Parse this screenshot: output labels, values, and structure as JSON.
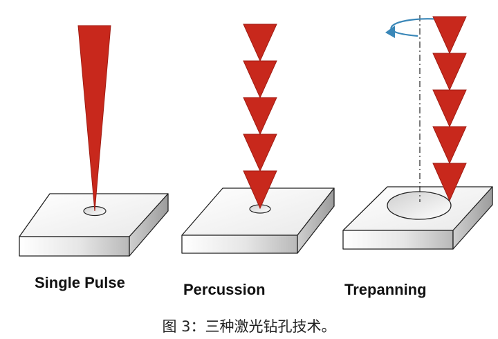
{
  "panels": [
    {
      "label": "Single Pulse"
    },
    {
      "label": "Percussion"
    },
    {
      "label": "Trepanning"
    }
  ],
  "caption": "图 3：三种激光钻孔技术。",
  "colors": {
    "beam": "#c8281c",
    "beam_stroke": "#a01d14",
    "plate_top": "#f2f2f2",
    "plate_side": "#d9d9d9",
    "plate_edge": "#222222",
    "rotation_arrow": "#3a87b8",
    "axis_line": "#333333"
  },
  "icons": [
    "rotation-arrow-icon"
  ]
}
